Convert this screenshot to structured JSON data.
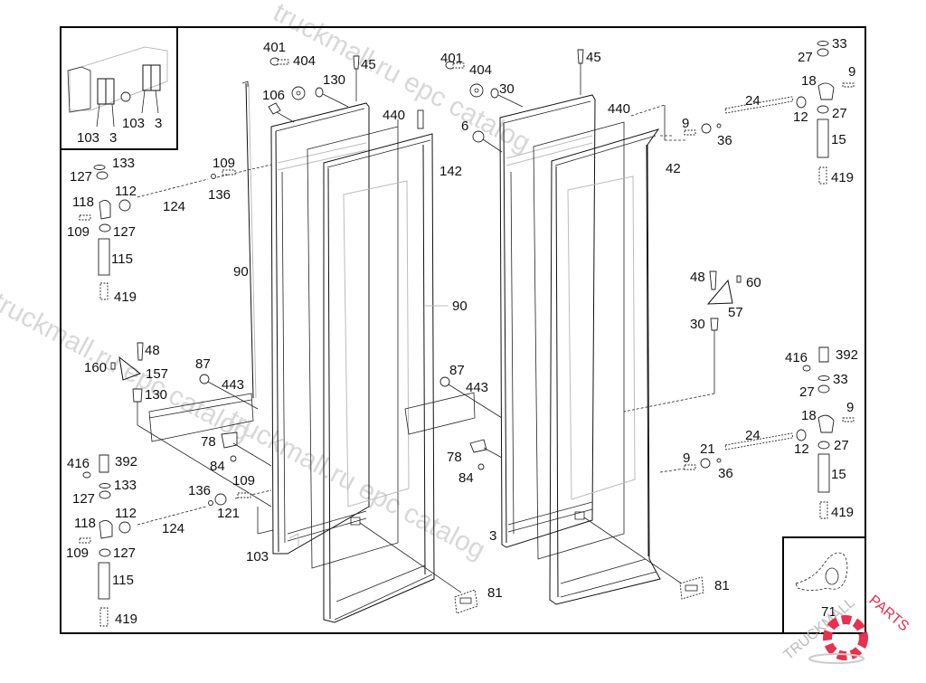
{
  "diagram": {
    "title": "Door assembly exploded parts diagram",
    "inset_top_left": {
      "labels": [
        {
          "id": "inset-103-a",
          "text": "103"
        },
        {
          "id": "inset-3-a",
          "text": "3"
        },
        {
          "id": "inset-103-b",
          "text": "103"
        },
        {
          "id": "inset-3-b",
          "text": "3"
        }
      ]
    },
    "inset_bottom_right": {
      "labels": [
        {
          "id": "inset-71",
          "text": "71"
        }
      ]
    },
    "left_door_labels": {
      "l401": "401",
      "l404": "404",
      "l45": "45",
      "l130a": "130",
      "l106": "106",
      "l440": "440",
      "l142": "142",
      "l109a": "109",
      "l136a": "136",
      "l133a": "133",
      "l127a": "127",
      "l118a": "118",
      "l112a": "112",
      "l124a": "124",
      "l109b": "109",
      "l127b": "127",
      "l115a": "115",
      "l419a": "419",
      "l90a": "90",
      "l90b": "90",
      "l48a": "48",
      "l160": "160",
      "l157": "157",
      "l130b": "130",
      "l87a": "87",
      "l443a": "443",
      "l78a": "78",
      "l84a": "84",
      "l416a": "416",
      "l392a": "392",
      "l133b": "133",
      "l127c": "127",
      "l118b": "118",
      "l112b": "112",
      "l124b": "124",
      "l136b": "136",
      "l109c": "109",
      "l121": "121",
      "l109d": "109",
      "l127d": "127",
      "l115b": "115",
      "l419b": "419",
      "l103": "103",
      "l81a": "81"
    },
    "right_door_labels": {
      "r401": "401",
      "r404": "404",
      "r30a": "30",
      "r6": "6",
      "r45": "45",
      "r440": "440",
      "r42": "42",
      "r9a": "9",
      "r36a": "36",
      "r24a": "24",
      "r12a": "12",
      "r18a": "18",
      "r9b": "9",
      "r27a": "27",
      "r33a": "33",
      "r27b": "27",
      "r15a": "15",
      "r419a": "419",
      "r48": "48",
      "r60": "60",
      "r57": "57",
      "r30b": "30",
      "r416": "416",
      "r392": "392",
      "r33b": "33",
      "r27c": "27",
      "r18b": "18",
      "r9c": "9",
      "r24b": "24",
      "r12b": "12",
      "r27d": "27",
      "r9d": "9",
      "r21": "21",
      "r36b": "36",
      "r15b": "15",
      "r419b": "419",
      "r87": "87",
      "r443": "443",
      "r78": "78",
      "r84": "84",
      "r3": "3",
      "r81": "81"
    },
    "watermark": {
      "text_1": "truckmall.ru epc catalog",
      "text_2": "truckmall.ru epc catalog",
      "text_3": "truckmall.ru epc catalog",
      "logo_text_left": "TRUCKMALL",
      "logo_text_right": "PARTS",
      "logo_color": "#e8304f"
    }
  }
}
